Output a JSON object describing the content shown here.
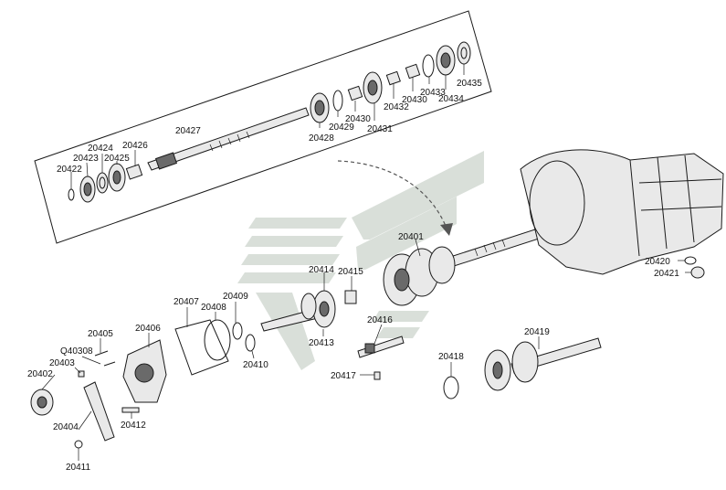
{
  "labels": {
    "p20401": "20401",
    "p20402": "20402",
    "p20403": "20403",
    "p20404": "20404",
    "p20405": "20405",
    "p20406": "20406",
    "p20407": "20407",
    "p20408": "20408",
    "p20409": "20409",
    "p20410": "20410",
    "p20411": "20411",
    "p20412": "20412",
    "p20413": "20413",
    "p20414": "20414",
    "p20415": "20415",
    "p20416": "20416",
    "p20417": "20417",
    "p20418": "20418",
    "p20419": "20419",
    "p20420": "20420",
    "p20421": "20421",
    "p20422": "20422",
    "p20423": "20423",
    "p20424": "20424",
    "p20425": "20425",
    "p20426": "20426",
    "p20427": "20427",
    "p20428": "20428",
    "p20429": "20429",
    "p20430a": "20430",
    "p20430b": "20430",
    "p20431": "20431",
    "p20432": "20432",
    "p20433": "20433",
    "p20434": "20434",
    "p20435": "20435",
    "q40308": "Q40308"
  },
  "colors": {
    "line": "#1a1a1a",
    "part_fill": "#e9e9e9",
    "part_dark": "#6a6a6a",
    "watermark": "#d9dfd9"
  }
}
